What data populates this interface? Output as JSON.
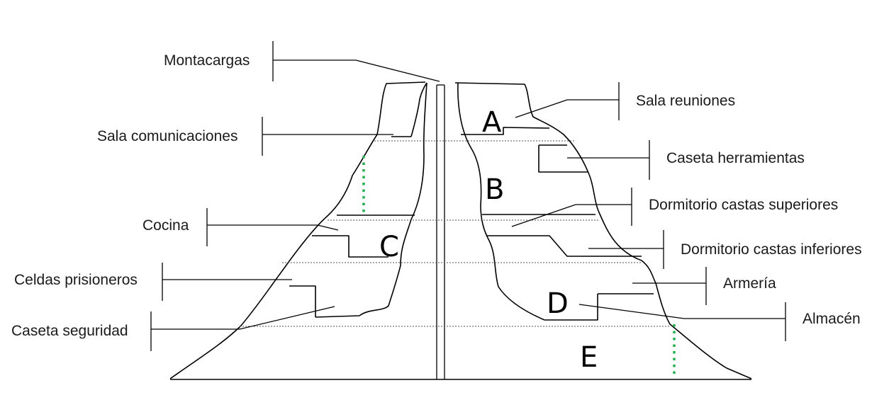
{
  "labels": {
    "montacargas": "Montacargas",
    "sala_comunicaciones": "Sala comunicaciones",
    "cocina": "Cocina",
    "celdas_prisioneros": "Celdas prisioneros",
    "caseta_seguridad": "Caseta seguridad",
    "sala_reuniones": "Sala reuniones",
    "caseta_herramientas": "Caseta herramientas",
    "dormitorio_castas_superiores": "Dormitorio castas superiores",
    "dormitorio_castas_inferiores": "Dormitorio castas inferiores",
    "armeria": "Armería",
    "almacen": "Almacén"
  },
  "levels": {
    "a": "A",
    "b": "B",
    "c": "C",
    "d": "D",
    "e": "E"
  },
  "colors": {
    "outline": "#000000",
    "dotted_marker": "#22b14c"
  }
}
